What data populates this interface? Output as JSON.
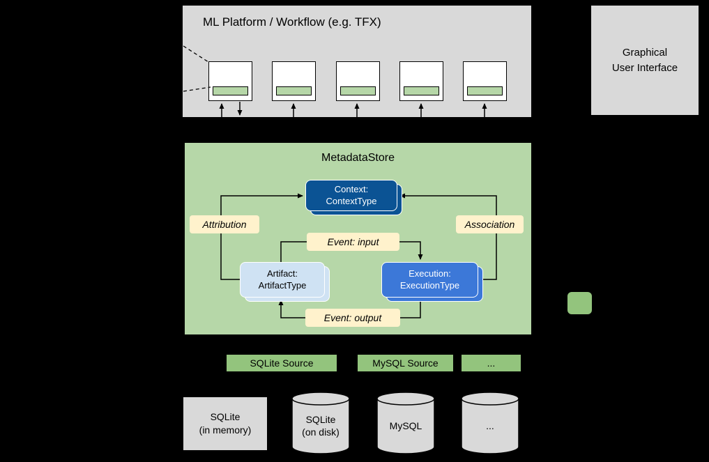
{
  "ml_platform": {
    "title": "ML Platform / Workflow (e.g. TFX)",
    "num_component_boxes": 5
  },
  "gui": {
    "label": "Graphical\nUser Interface"
  },
  "metadata_store": {
    "title": "MetadataStore",
    "entities": {
      "context": "Context:\nContextType",
      "artifact": "Artifact:\nArtifactType",
      "execution": "Execution:\nExecutionType"
    },
    "relations": {
      "attribution": "Attribution",
      "association": "Association",
      "event_input": "Event: input",
      "event_output": "Event: output"
    }
  },
  "sources": [
    {
      "label": "SQLite Source"
    },
    {
      "label": "MySQL Source"
    },
    {
      "label": "..."
    }
  ],
  "storage": {
    "in_memory": "SQLite\n(in memory)",
    "databases": [
      {
        "label": "SQLite\n(on disk)"
      },
      {
        "label": "MySQL"
      },
      {
        "label": "..."
      }
    ]
  },
  "colors": {
    "background": "#000000",
    "container_gray": "#d9d9d9",
    "metadata_store_green": "#b6d7a8",
    "source_green": "#93c47d",
    "relation_cream": "#fff2cc",
    "context_blue": "#0b5394",
    "execution_blue": "#3c78d8",
    "artifact_light_blue": "#cfe2f3"
  }
}
